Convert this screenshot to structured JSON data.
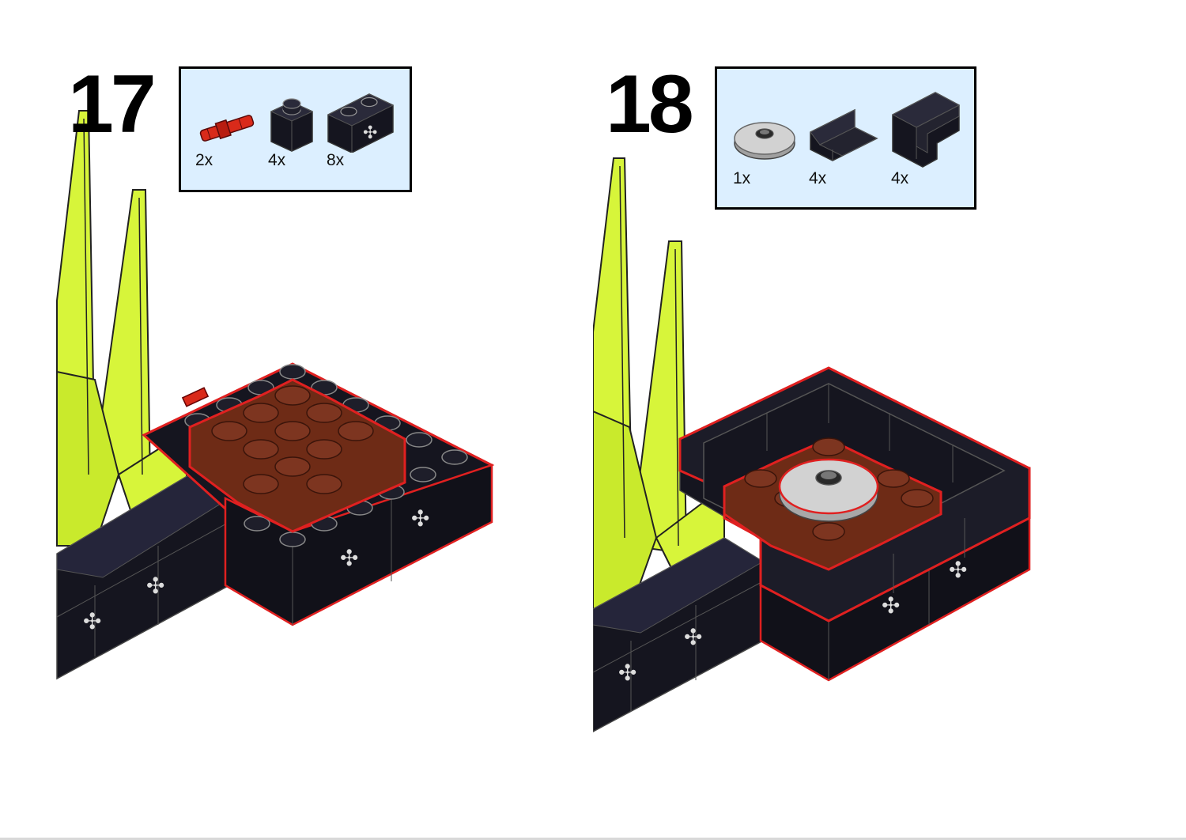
{
  "steps": [
    {
      "number": "17",
      "parts": [
        {
          "icon": "red-technic-pin-icon",
          "qty": "2x"
        },
        {
          "icon": "black-brick-1x1-icon",
          "qty": "4x"
        },
        {
          "icon": "black-technic-brick-1x2-icon",
          "qty": "8x"
        }
      ]
    },
    {
      "number": "18",
      "parts": [
        {
          "icon": "gray-round-tile-icon",
          "qty": "1x"
        },
        {
          "icon": "black-tile-1x2-with-wall-icon",
          "qty": "4x"
        },
        {
          "icon": "black-corner-tile-icon",
          "qty": "4x"
        }
      ]
    }
  ],
  "colors": {
    "parts_box_bg": "#dcefff",
    "lime": "#d7f53a",
    "black": "#15151f",
    "brown": "#6e2b16",
    "highlight": "#e02020",
    "gray": "#c8c8c8"
  }
}
